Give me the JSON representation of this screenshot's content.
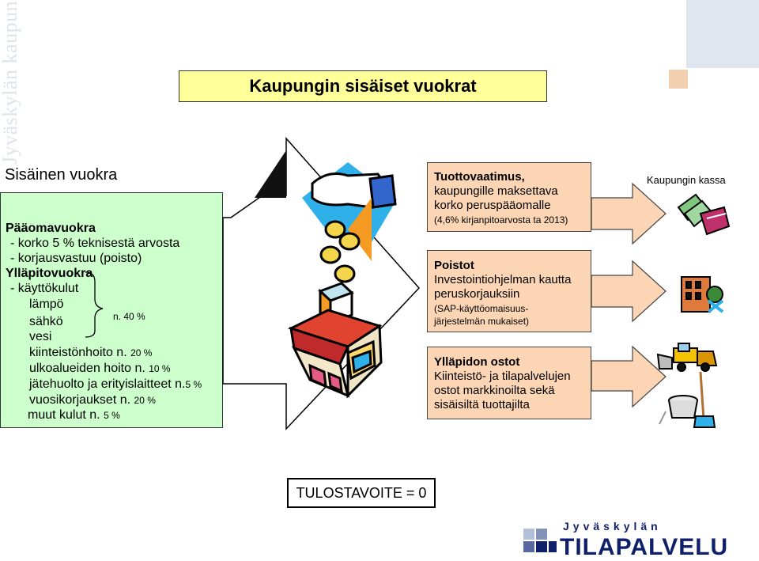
{
  "brand_vertical": "Jyväskylän kaupunki",
  "title": "Kaupungin sisäiset vuokrat",
  "section_label": "Sisäinen vuokra",
  "left_box": {
    "l1": "Pääomavuokra",
    "l2": "- korko 5 % teknisestä arvosta",
    "l3": "- korjausvastuu (poisto)",
    "l4": "Ylläpitovuokra",
    "l5": "- käyttökulut",
    "l6": "lämpö",
    "l7": "sähkö",
    "l8": "vesi",
    "brace_note": "n. 40 %",
    "r1_text": "kiinteistönhoito n.",
    "r1_pct": "20 %",
    "r2_text": "ulkoalueiden hoito n.",
    "r2_pct": "10 %",
    "r3_text": "jätehuolto ja erityislaitteet n.",
    "r3_pct": "5 %",
    "r4_text": "vuosikorjaukset n.",
    "r4_pct": "20 %",
    "r5_text": "muut kulut n.",
    "r5_pct": "5 %"
  },
  "box1": {
    "h": "Tuottovaatimus,",
    "l2": "kaupungille maksettava",
    "l3": "korko peruspääomalle",
    "s": "(4,6% kirjanpitoarvosta ta 2013)"
  },
  "box2": {
    "h": "Poistot",
    "l2": "Investointiohjelman kautta",
    "l3": "peruskorjauksiin",
    "s1": "(SAP-käyttöomaisuus-",
    "s2": "järjestelmän mukaiset)"
  },
  "box3": {
    "h": "Ylläpidon ostot",
    "l2": "Kiinteistö- ja tilapalvelujen",
    "l3": "ostot markkinoilta sekä",
    "l4": "sisäisiltä tuottajilta"
  },
  "kassa_label": "Kaupungin kassa",
  "tulos": "TULOSTAVOITE = 0",
  "logo": {
    "top": "Jyväskylän",
    "main": "TILAPALVELU"
  },
  "colors": {
    "title_bg": "#ffff99",
    "green_box": "#ccffcc",
    "peach_box": "#fcd5b4"
  }
}
